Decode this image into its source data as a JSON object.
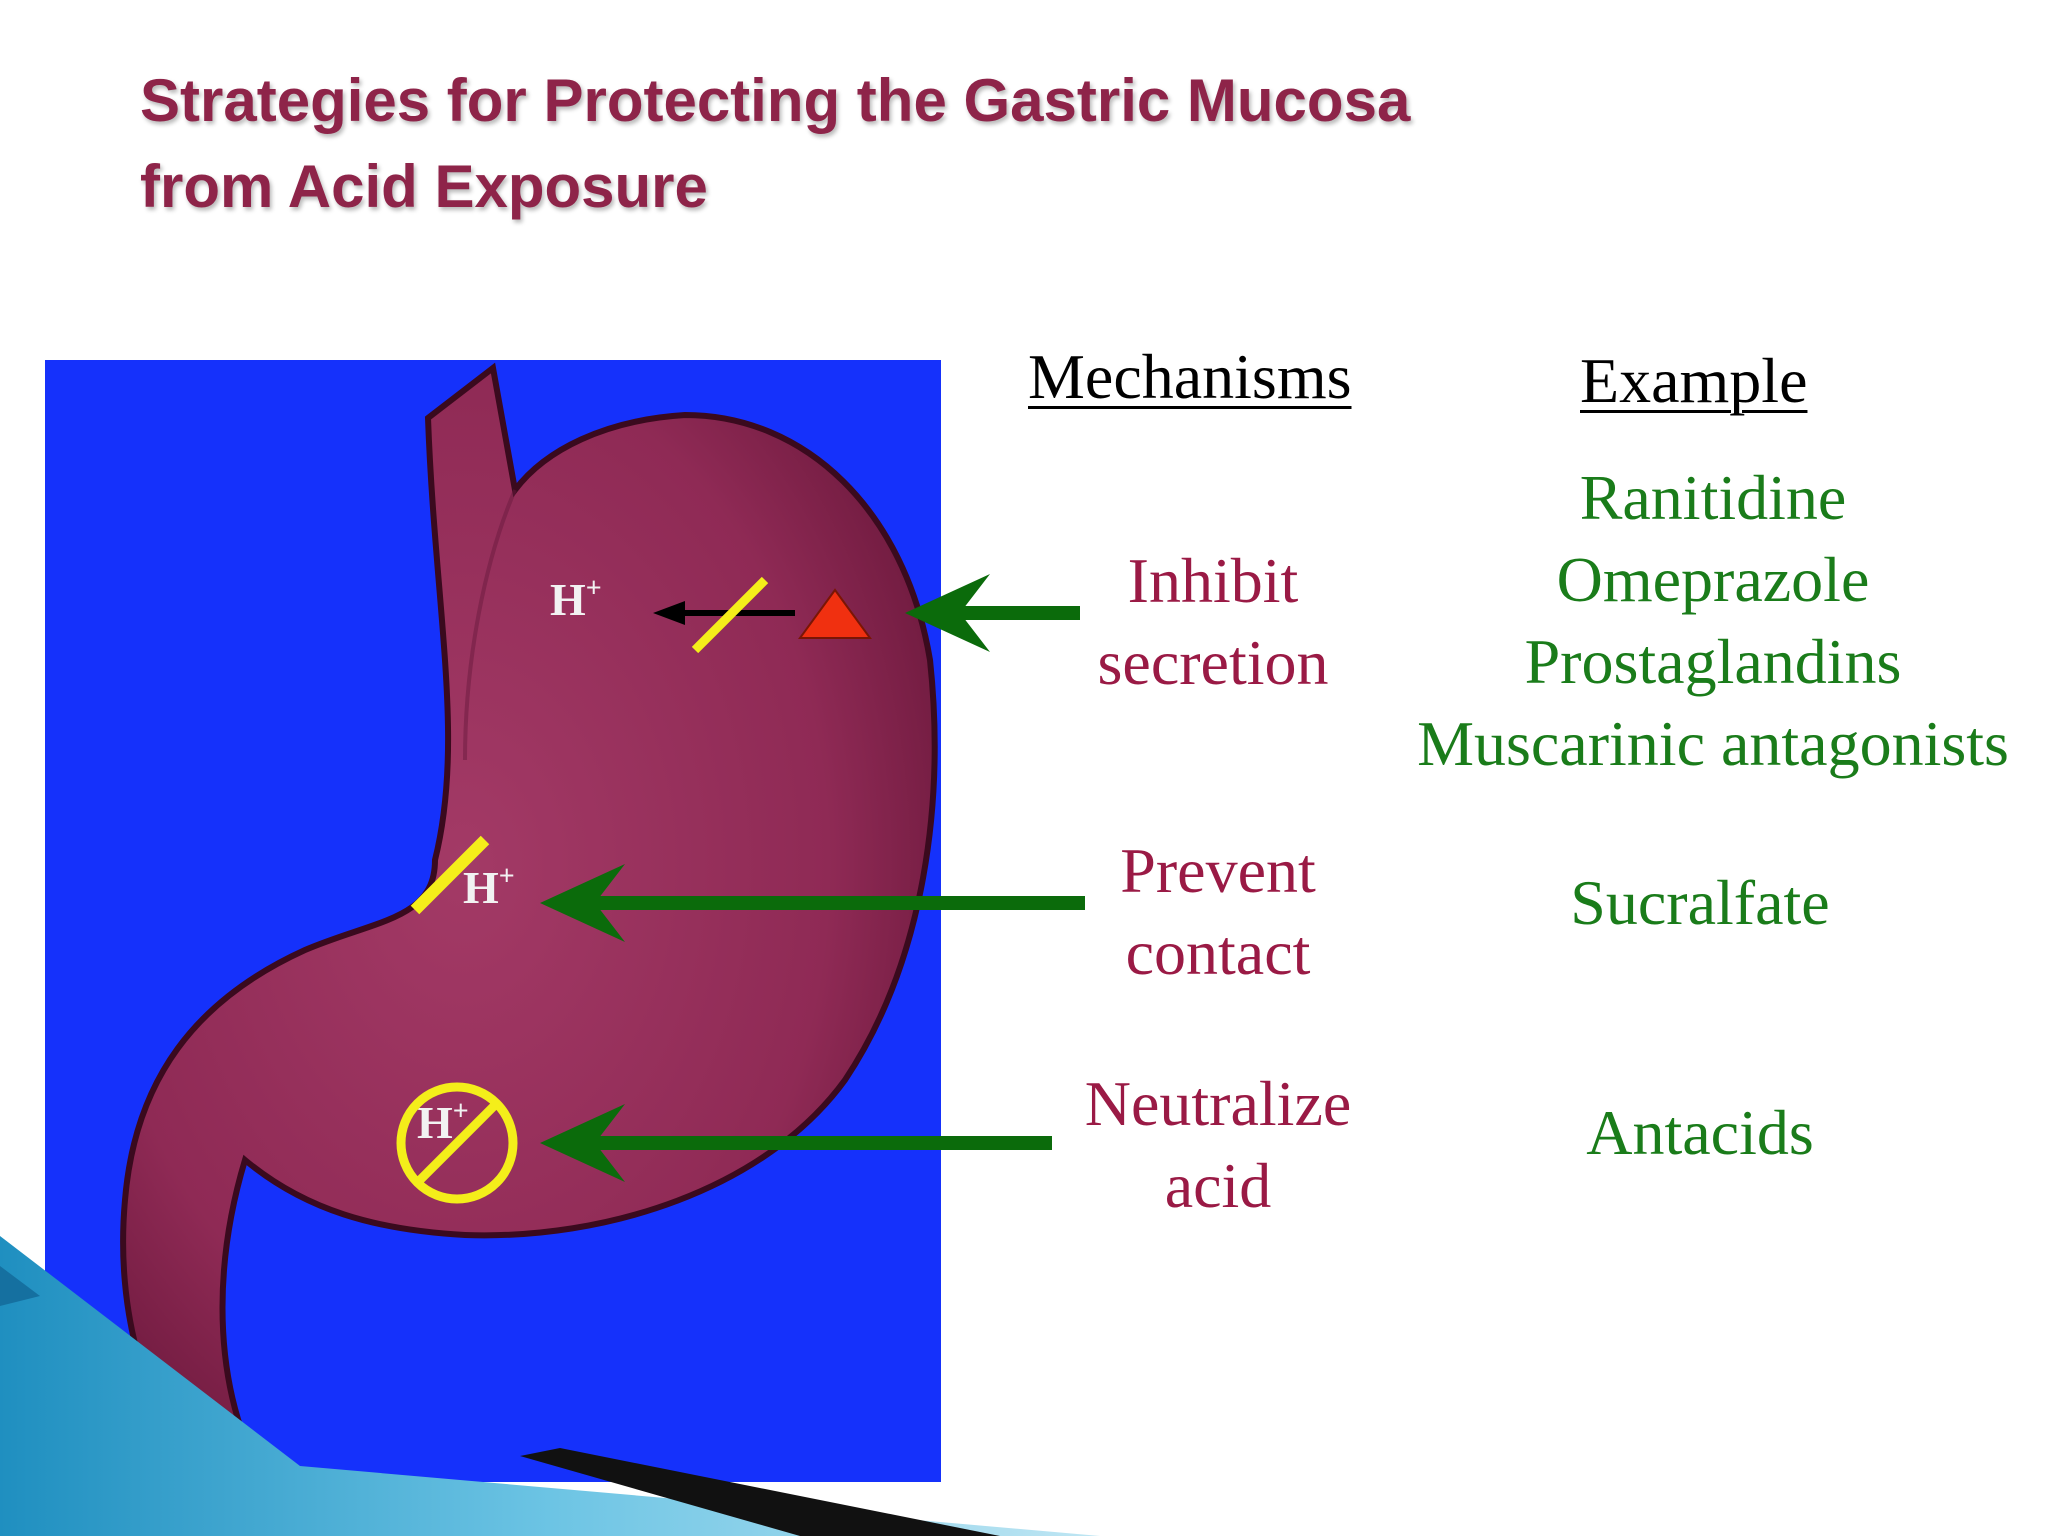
{
  "title": {
    "line1": "Strategies for Protecting the Gastric Mucosa",
    "line2": "from Acid Exposure"
  },
  "headers": {
    "mechanisms": "Mechanisms",
    "example": "Example"
  },
  "rows": [
    {
      "mechanism": [
        "Inhibit",
        "secretion"
      ],
      "examples": [
        "Ranitidine",
        "Omeprazole",
        "Prostaglandins",
        "Muscarinic antagonists"
      ]
    },
    {
      "mechanism": [
        "Prevent",
        "contact"
      ],
      "examples": [
        "Sucralfate"
      ]
    },
    {
      "mechanism": [
        "Neutralize",
        "acid"
      ],
      "examples": [
        "Antacids"
      ]
    }
  ],
  "diagram": {
    "ion_label": "H",
    "ion_charge": "+",
    "colors": {
      "background": "#1531fb",
      "stomach": "#8f2a55",
      "arrow": "#0b6b0b",
      "blocker": "#f4ee1a",
      "receptor": "#f03010",
      "mechanism_text": "#9a1a45",
      "example_text": "#1a7c1a"
    }
  }
}
